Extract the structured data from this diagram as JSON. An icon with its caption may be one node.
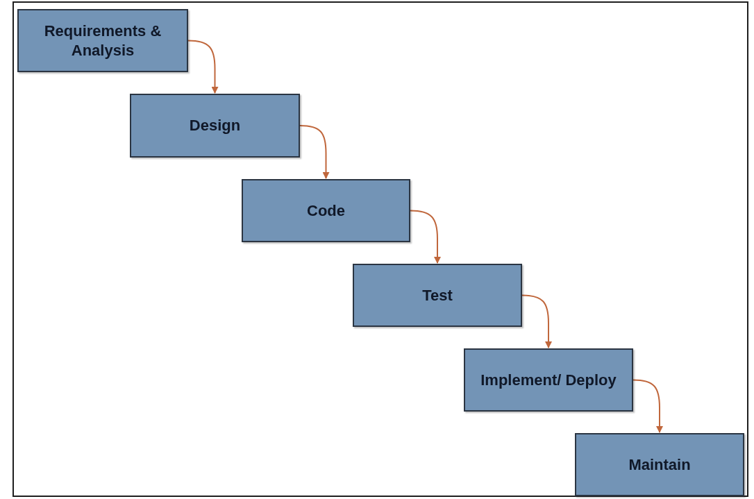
{
  "diagram": {
    "nodes": [
      {
        "text": [
          "Requirements & Analysis"
        ]
      },
      {
        "text": [
          "Design"
        ]
      },
      {
        "text": [
          "Code"
        ]
      },
      {
        "text": [
          "Test"
        ]
      },
      {
        "text": [
          "Implement/ Deploy"
        ]
      },
      {
        "text": [
          "Maintain"
        ]
      }
    ],
    "edges": [
      {
        "from": 0,
        "to": 1,
        "arrow": "to"
      },
      {
        "from": 1,
        "to": 2,
        "arrow": "to"
      },
      {
        "from": 2,
        "to": 3,
        "arrow": "to"
      },
      {
        "from": 3,
        "to": 4,
        "arrow": "to"
      },
      {
        "from": 4,
        "to": 5,
        "arrow": "to"
      }
    ]
  }
}
